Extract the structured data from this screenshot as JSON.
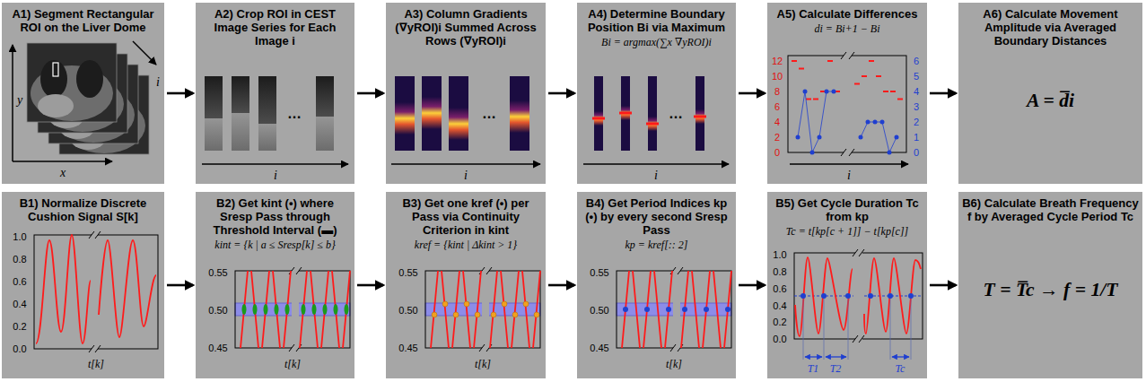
{
  "diagram": {
    "nodes": [
      {
        "text": [
          "A1) Segment Rectangular ROI on the Liver Dome"
        ]
      },
      {
        "text": [
          "A2) Crop ROI in CEST Image Series for Each Image i"
        ]
      },
      {
        "text": [
          "A3) Column Gradients (∇yROI)i Summed Across Rows (∇yROI)i"
        ]
      },
      {
        "text": [
          "A4) Determine Boundary Position Bi via Maximum",
          "Bi = argmax(∑x ∇yROI)i"
        ]
      },
      {
        "text": [
          "A5) Calculate Differences",
          "di = Bi+1 − Bi"
        ]
      },
      {
        "text": [
          "A6) Calculate Movement Amplitude via Averaged Boundary Distances",
          "A = d̅i"
        ]
      },
      {
        "text": [
          "B1) Normalize Discrete Cushion Signal S[k]"
        ]
      },
      {
        "text": [
          "B2) Get kint (•) where Sresp Pass through Threshold Interval (▬)",
          "kint = {k | a ≤ Sresp[k] ≤ b}"
        ]
      },
      {
        "text": [
          "B3) Get one kref (•) per Pass via Continuity Criterion in kint",
          "kref = {kint | Δkint > 1}"
        ]
      },
      {
        "text": [
          "B4) Get Period Indices kp (•) by every second Sresp Pass",
          "kp = kref[:: 2]"
        ]
      },
      {
        "text": [
          "B5) Get Cycle Duration Tc from kp",
          "Tc = t[kp[c + 1]] − t[kp[c]]"
        ]
      },
      {
        "text": [
          "B6) Calculate Breath Frequency f by Averaged Cycle Period Tc",
          "T = T̅c → f = 1/T"
        ]
      }
    ],
    "edges": [
      {
        "from": 0,
        "to": 1,
        "arrow": "to"
      },
      {
        "from": 1,
        "to": 2,
        "arrow": "to"
      },
      {
        "from": 2,
        "to": 3,
        "arrow": "to"
      },
      {
        "from": 3,
        "to": 4,
        "arrow": "to"
      },
      {
        "from": 4,
        "to": 5,
        "arrow": "to"
      },
      {
        "from": 6,
        "to": 7,
        "arrow": "to"
      },
      {
        "from": 7,
        "to": 8,
        "arrow": "to"
      },
      {
        "from": 8,
        "to": 9,
        "arrow": "to"
      },
      {
        "from": 9,
        "to": 10,
        "arrow": "to"
      },
      {
        "from": 10,
        "to": 11,
        "arrow": "to"
      }
    ],
    "labels": [
      "y",
      "x",
      "i",
      "i",
      "i",
      "i",
      "12",
      "10",
      "8",
      "6",
      "4",
      "2",
      "0",
      "6",
      "5",
      "4",
      "3",
      "2",
      "1",
      "0",
      "i",
      "1.0",
      "0.8",
      "0.6",
      "0.4",
      "0.2",
      "0.0",
      "t[k]",
      "0.55",
      "0.50",
      "0.45",
      "t[k]",
      "0.55",
      "0.50",
      "0.45",
      "t[k]",
      "0.55",
      "0.50",
      "0.45",
      "t[k]",
      "1.0",
      "0.8",
      "0.6",
      "0.4",
      "0.2",
      "0.0",
      "T1",
      "T2",
      "Tc",
      "…",
      "…",
      "…"
    ]
  }
}
